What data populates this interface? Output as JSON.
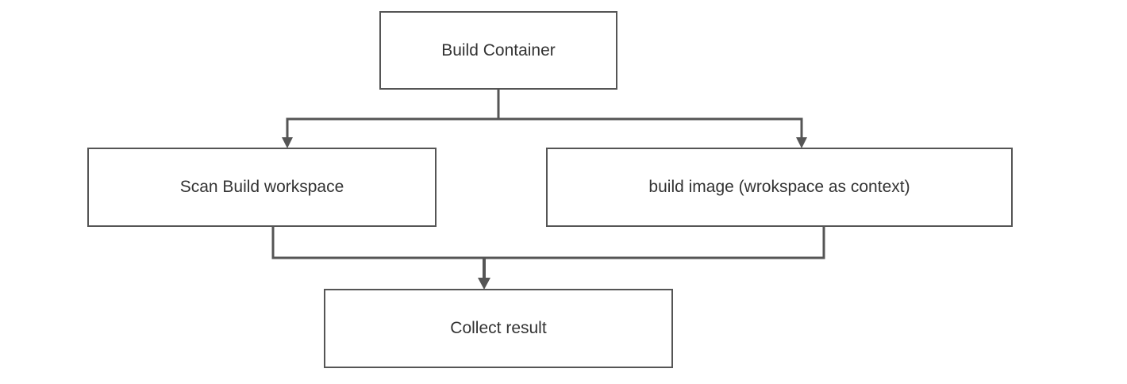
{
  "diagram": {
    "nodes": {
      "build_container": {
        "label": "Build Container"
      },
      "scan_workspace": {
        "label": "Scan Build workspace"
      },
      "build_image": {
        "label": "build image (wrokspace as context)"
      },
      "collect_result": {
        "label": "Collect result"
      }
    },
    "edges": [
      {
        "from": "build_container",
        "to": "scan_workspace"
      },
      {
        "from": "build_container",
        "to": "build_image"
      },
      {
        "from": "scan_workspace",
        "to": "collect_result"
      },
      {
        "from": "build_image",
        "to": "collect_result"
      }
    ],
    "colors": {
      "stroke": "#555555",
      "text": "#333333",
      "background": "#ffffff"
    }
  }
}
